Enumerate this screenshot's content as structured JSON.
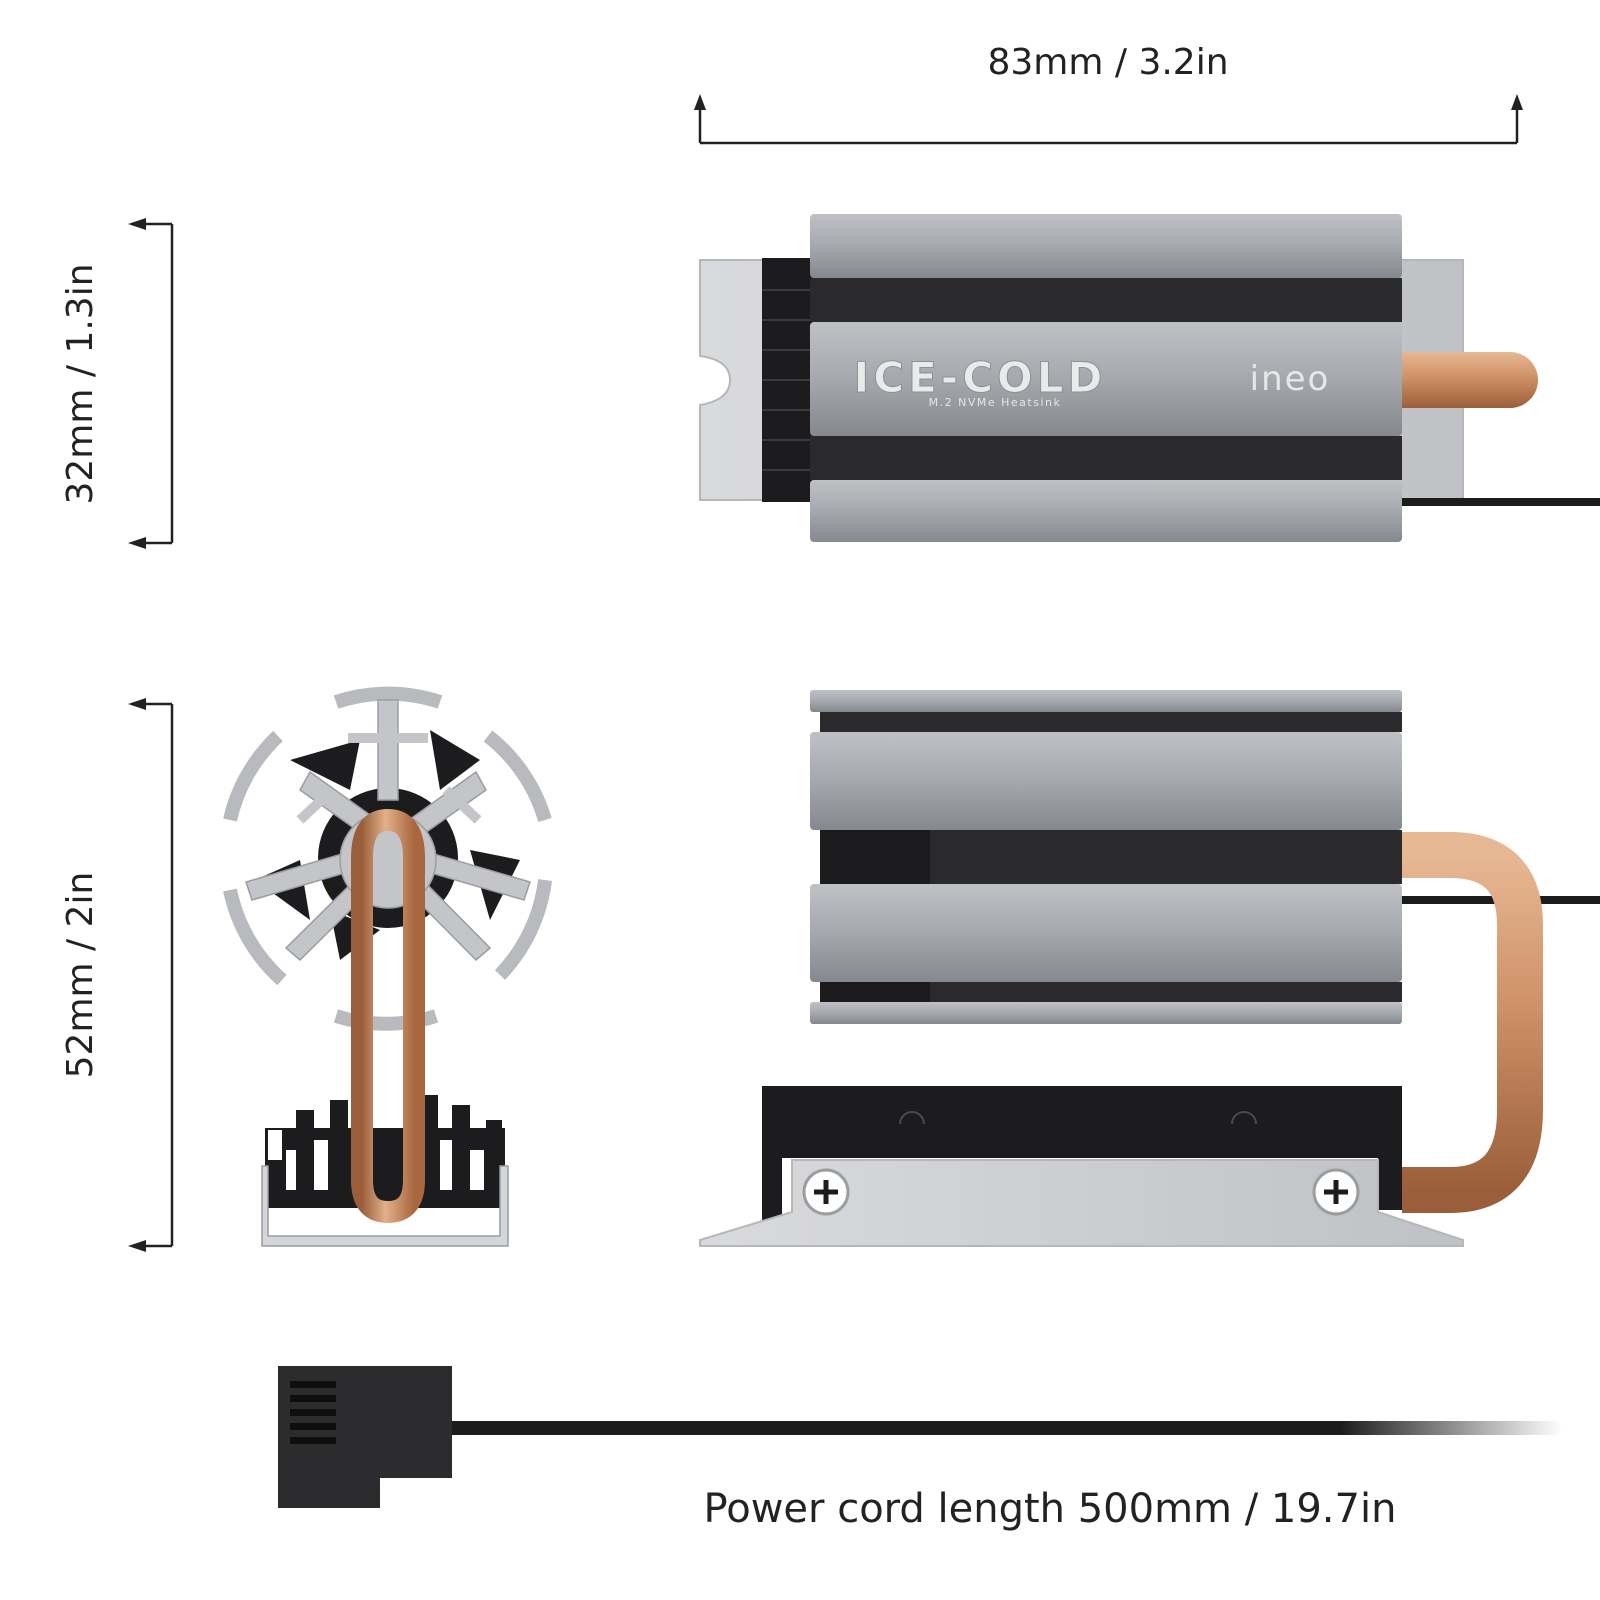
{
  "dimensions": {
    "length_label": "83mm / 3.2in",
    "height_label": "32mm / 1.3in",
    "depth_label": "52mm / 2in",
    "cord_label": "Power cord length 500mm / 19.7in"
  },
  "product": {
    "logo_main": "ICE-COLD",
    "logo_sub": "M.2 NVMe Heatsink",
    "brand": "ineo"
  },
  "colors": {
    "aluminum": "#9fa2a7",
    "aluminum_light": "#c9cbce",
    "copper": "#c98c62",
    "black": "#1c1c1e",
    "dimension_line": "#222222"
  }
}
